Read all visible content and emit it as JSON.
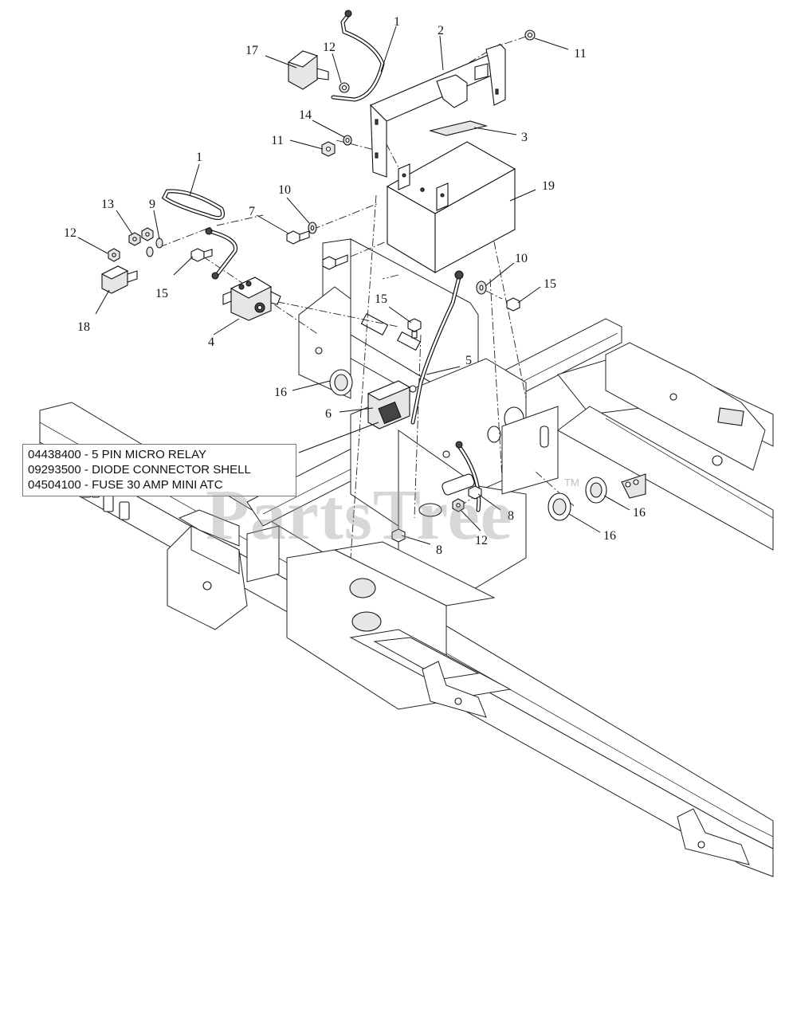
{
  "callouts": [
    {
      "id": "c1a",
      "label": "1"
    },
    {
      "id": "c2",
      "label": "2"
    },
    {
      "id": "c11a",
      "label": "11"
    },
    {
      "id": "c17",
      "label": "17"
    },
    {
      "id": "c12a",
      "label": "12"
    },
    {
      "id": "c14",
      "label": "14"
    },
    {
      "id": "c11b",
      "label": "11"
    },
    {
      "id": "c3",
      "label": "3"
    },
    {
      "id": "c19",
      "label": "19"
    },
    {
      "id": "c1b",
      "label": "1"
    },
    {
      "id": "c13",
      "label": "13"
    },
    {
      "id": "c9",
      "label": "9"
    },
    {
      "id": "c12b",
      "label": "12"
    },
    {
      "id": "c10a",
      "label": "10"
    },
    {
      "id": "c7",
      "label": "7"
    },
    {
      "id": "c15a",
      "label": "15"
    },
    {
      "id": "c18",
      "label": "18"
    },
    {
      "id": "c4",
      "label": "4"
    },
    {
      "id": "c10b",
      "label": "10"
    },
    {
      "id": "c15b",
      "label": "15"
    },
    {
      "id": "c15c",
      "label": "15"
    },
    {
      "id": "c5",
      "label": "5"
    },
    {
      "id": "c16a",
      "label": "16"
    },
    {
      "id": "c6",
      "label": "6"
    },
    {
      "id": "c16b",
      "label": "16"
    },
    {
      "id": "c8a",
      "label": "8"
    },
    {
      "id": "c16c",
      "label": "16"
    },
    {
      "id": "c12c",
      "label": "12"
    },
    {
      "id": "c8b",
      "label": "8"
    }
  ],
  "notes": [
    "04438400 - 5 PIN MICRO RELAY",
    "09293500 - DIODE CONNECTOR SHELL",
    "04504100 - FUSE 30 AMP MINI ATC"
  ],
  "watermark": {
    "text": "PartsTree",
    "tm": "TM"
  }
}
